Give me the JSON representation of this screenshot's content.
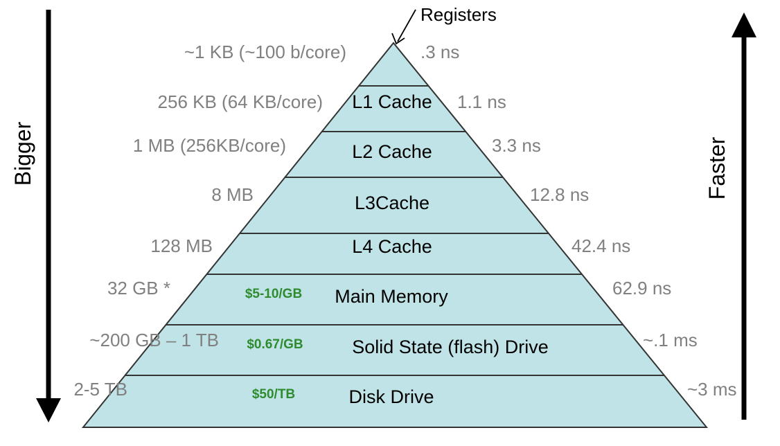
{
  "colors": {
    "pyramid_fill": "#bfe3e6",
    "pyramid_stroke": "#333333",
    "annotation_gray": "#808080",
    "price_green": "#2e8b2e",
    "text_black": "#000000"
  },
  "registers_label": "Registers",
  "left_axis": {
    "label": "Bigger",
    "direction": "down"
  },
  "right_axis": {
    "label": "Faster",
    "direction": "up"
  },
  "levels": [
    {
      "name": "",
      "size": "~1 KB (~100 b/core)",
      "latency": ".3 ns",
      "price": ""
    },
    {
      "name": "L1 Cache",
      "size": "256 KB (64 KB/core)",
      "latency": "1.1 ns",
      "price": ""
    },
    {
      "name": "L2 Cache",
      "size": "1 MB (256KB/core)",
      "latency": "3.3 ns",
      "price": ""
    },
    {
      "name": "L3Cache",
      "size": "8 MB",
      "latency": "12.8 ns",
      "price": ""
    },
    {
      "name": "L4 Cache",
      "size": "128 MB",
      "latency": "42.4 ns",
      "price": ""
    },
    {
      "name": "Main Memory",
      "size": "32 GB *",
      "latency": "62.9 ns",
      "price": "$5-10/GB"
    },
    {
      "name": "Solid State (flash) Drive",
      "size": "~200 GB – 1 TB",
      "latency": "~.1 ms",
      "price": "$0.67/GB"
    },
    {
      "name": "Disk Drive",
      "size": "2-5 TB",
      "latency": "~3 ms",
      "price": "$50/TB"
    }
  ]
}
